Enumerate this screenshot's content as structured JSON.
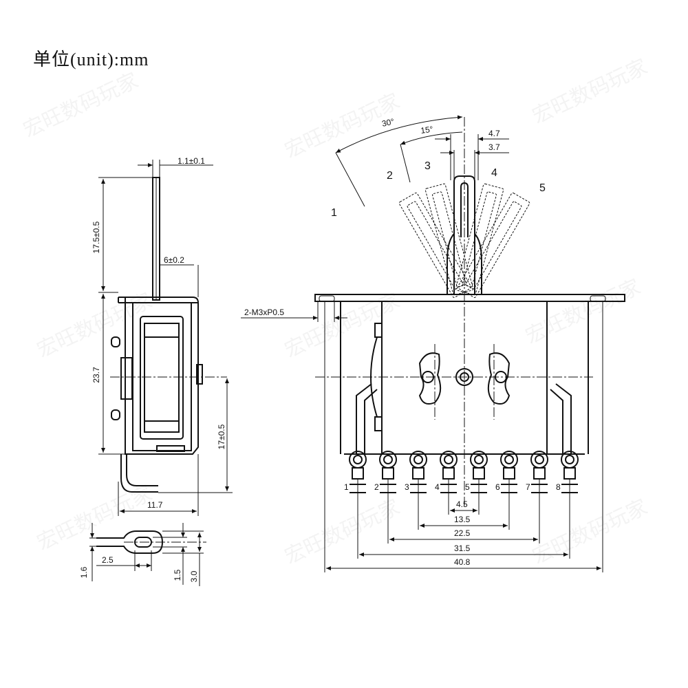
{
  "title": "单位(unit):mm",
  "side_view": {
    "dims": {
      "thickness": "1.1±0.1",
      "lever_height": "17.5±0.5",
      "offset": "6±0.2",
      "body_height": "23.7",
      "pin_height": "17±0.5",
      "width": "11.7"
    }
  },
  "terminal_detail": {
    "dims": {
      "thickness": "1.6",
      "slot": "2.5",
      "slot_width": "1.5",
      "tab_width": "3.0"
    }
  },
  "front_view": {
    "angles": {
      "outer": "30°",
      "inner": "15°"
    },
    "dims": {
      "lever_outer": "4.7",
      "lever_inner": "3.7",
      "mount": "2-M3xP0.5"
    },
    "positions": [
      "1",
      "2",
      "3",
      "4",
      "5"
    ],
    "pins": [
      "1",
      "2",
      "3",
      "4",
      "5",
      "6",
      "7",
      "8"
    ],
    "pitch_dims": [
      "4.5",
      "13.5",
      "22.5",
      "31.5",
      "40.8"
    ]
  }
}
